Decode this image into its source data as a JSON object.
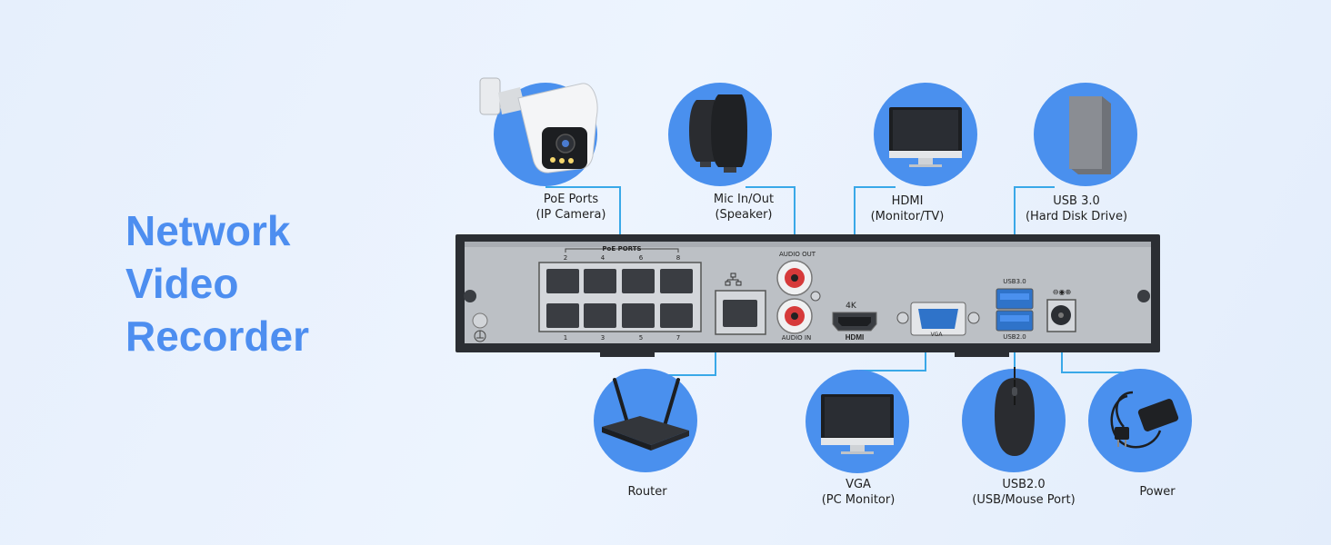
{
  "title": {
    "line1": "Network",
    "line2": "Video",
    "line3": "Recorder"
  },
  "labels": {
    "poe": {
      "line1": "PoE Ports",
      "line2": "(IP Camera)"
    },
    "mic": {
      "line1": "Mic In/Out",
      "line2": "(Speaker)"
    },
    "hdmi": {
      "line1": "HDMI",
      "line2": "(Monitor/TV)"
    },
    "usb3": {
      "line1": "USB 3.0",
      "line2": "(Hard Disk Drive)"
    },
    "router": {
      "line1": "Router"
    },
    "vga": {
      "line1": "VGA",
      "line2": "(PC Monitor)"
    },
    "usb2": {
      "line1": "USB2.0",
      "line2": "(USB/Mouse Port)"
    },
    "power": {
      "line1": "Power"
    }
  },
  "device_text": {
    "poe_ports": "PoE PORTS",
    "port_numbers": [
      "2",
      "4",
      "6",
      "8"
    ],
    "port_numbers_bottom": [
      "1",
      "3",
      "5",
      "7"
    ],
    "audio_out": "AUDIO OUT",
    "audio_in": "AUDIO IN",
    "k4": "4K",
    "hdmi_logo": "HDMI",
    "vga": "VGA",
    "usb3": "USB3.0",
    "usb2": "USB2.0",
    "power_symbol": "⊖◉⊕"
  },
  "colors": {
    "accent": "#4d8ef0",
    "circle": "#4a90ee",
    "line": "#39a8e8",
    "device": "#b9bcc1",
    "frame": "#2b2e33"
  }
}
